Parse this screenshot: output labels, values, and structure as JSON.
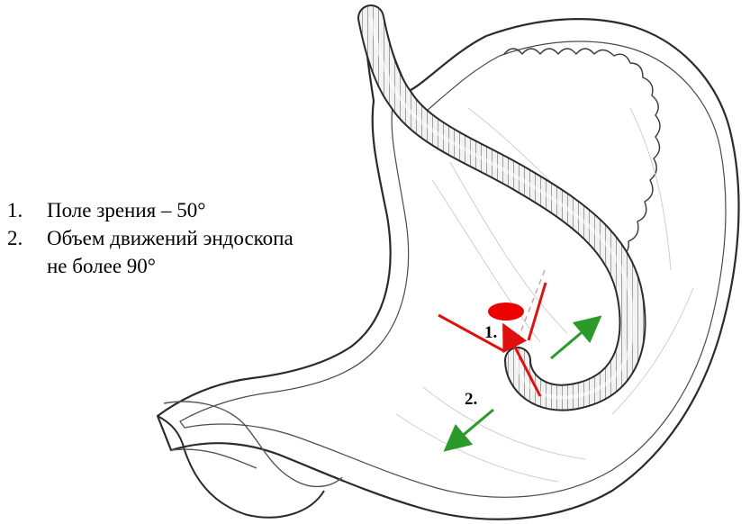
{
  "legend": {
    "item1_num": "1.",
    "item1_text": "Поле зрения – 50°",
    "item2_num": "2.",
    "item2_text": "Объем движений эндоскопа",
    "item2_cont": "не более 90°"
  },
  "labels": {
    "field_of_view": "1.",
    "motion_range": "2."
  },
  "colors": {
    "field_of_view_lines": "#e01010",
    "target_spot": "#ee0000",
    "motion_arrows": "#2a9a2a",
    "outline": "#2b2b2b"
  }
}
